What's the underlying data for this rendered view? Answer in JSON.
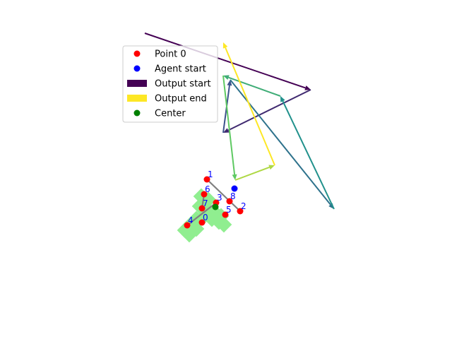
{
  "chart_data": {
    "type": "scatter",
    "title": "",
    "xlabel": "",
    "ylabel": "",
    "axes_visible": false,
    "grid": false,
    "legend_position": "top-left",
    "xlim": [
      0,
      640
    ],
    "ylim": [
      480,
      0
    ],
    "legend": [
      {
        "label": "Point 0",
        "marker": "circle",
        "color": "#ff0000"
      },
      {
        "label": "Agent start",
        "marker": "circle",
        "color": "#0000ff"
      },
      {
        "label": "Output start",
        "marker": "rect",
        "color": "#440154"
      },
      {
        "label": "Output end",
        "marker": "rect",
        "color": "#fde725"
      },
      {
        "label": "Center",
        "marker": "circle",
        "color": "#008000"
      }
    ],
    "shape_region": {
      "color": "#90ee90",
      "cells": [
        [
          285,
          278
        ],
        [
          295,
          283
        ],
        [
          283,
          292
        ],
        [
          293,
          296
        ],
        [
          303,
          300
        ],
        [
          313,
          306
        ],
        [
          290,
          305
        ],
        [
          300,
          310
        ],
        [
          310,
          314
        ],
        [
          317,
          318
        ],
        [
          278,
          310
        ],
        [
          270,
          318
        ],
        [
          262,
          326
        ],
        [
          268,
          332
        ],
        [
          278,
          324
        ]
      ]
    },
    "points": [
      {
        "label": "0",
        "x": 286,
        "y": 315
      },
      {
        "label": "1",
        "x": 293,
        "y": 254
      },
      {
        "label": "2",
        "x": 340,
        "y": 299
      },
      {
        "label": "3",
        "x": 306,
        "y": 287
      },
      {
        "label": "4",
        "x": 265,
        "y": 319
      },
      {
        "label": "5",
        "x": 319,
        "y": 304
      },
      {
        "label": "6",
        "x": 289,
        "y": 275
      },
      {
        "label": "7",
        "x": 286,
        "y": 295
      },
      {
        "label": "8",
        "x": 325,
        "y": 285
      }
    ],
    "skeleton": [
      [
        [
          293,
          254
        ],
        [
          340,
          299
        ]
      ],
      [
        [
          265,
          319
        ],
        [
          306,
          287
        ]
      ],
      [
        [
          289,
          275
        ],
        [
          286,
          295
        ]
      ]
    ],
    "skeleton_color": "#808080",
    "agent_start": {
      "x": 332,
      "y": 267,
      "color": "#0000ff"
    },
    "center": {
      "x": 305,
      "y": 293,
      "color": "#008000"
    },
    "trajectory": {
      "colormap": "viridis",
      "points": [
        [
          205,
          47
        ],
        [
          440,
          127
        ],
        [
          316,
          188
        ],
        [
          326,
          113
        ],
        [
          473,
          296
        ],
        [
          397,
          136
        ],
        [
          316,
          107
        ],
        [
          333,
          255
        ],
        [
          389,
          234
        ],
        [
          316,
          60
        ]
      ]
    }
  }
}
